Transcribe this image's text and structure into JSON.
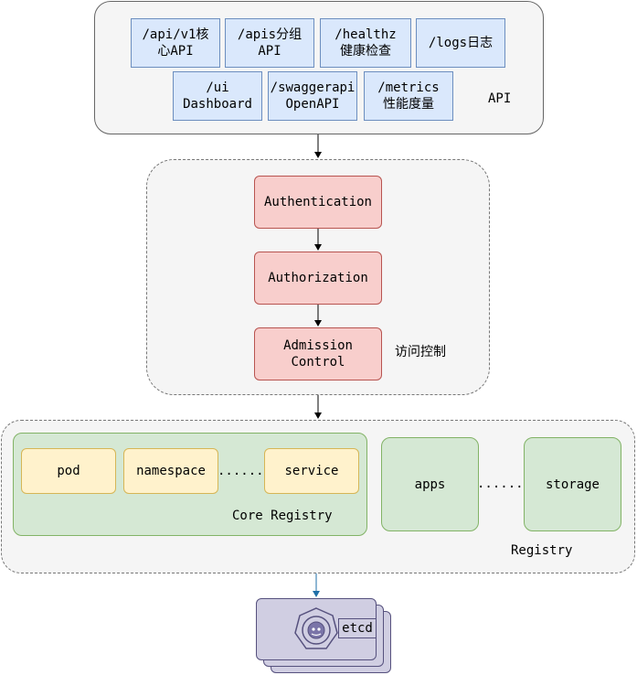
{
  "api": {
    "label": "API",
    "endpoints": [
      {
        "text": "/api/v1核\n心API"
      },
      {
        "text": "/apis分组\nAPI"
      },
      {
        "text": "/healthz\n健康检查"
      },
      {
        "text": "/logs日志"
      },
      {
        "text": "/ui\nDashboard"
      },
      {
        "text": "/swaggerapi\nOpenAPI"
      },
      {
        "text": "/metrics\n性能度量"
      }
    ]
  },
  "access_control": {
    "label": "访问控制",
    "steps": [
      "Authentication",
      "Authorization",
      "Admission\nControl"
    ]
  },
  "registry": {
    "label": "Registry",
    "core": {
      "label": "Core Registry",
      "items": [
        "pod",
        "namespace",
        "service"
      ],
      "ellipsis": "......"
    },
    "groups": [
      "apps",
      "storage"
    ],
    "ellipsis": "......"
  },
  "etcd": {
    "label": "etcd"
  },
  "colors": {
    "api_box": "#dae8fc",
    "auth_box": "#f8cecc",
    "registry_box": "#d5e8d4",
    "resource_box": "#fff2cc",
    "etcd_card": "#d0cee2",
    "etcd_logo": "#7a74a8",
    "arrow_blue": "#1f6fa8"
  }
}
